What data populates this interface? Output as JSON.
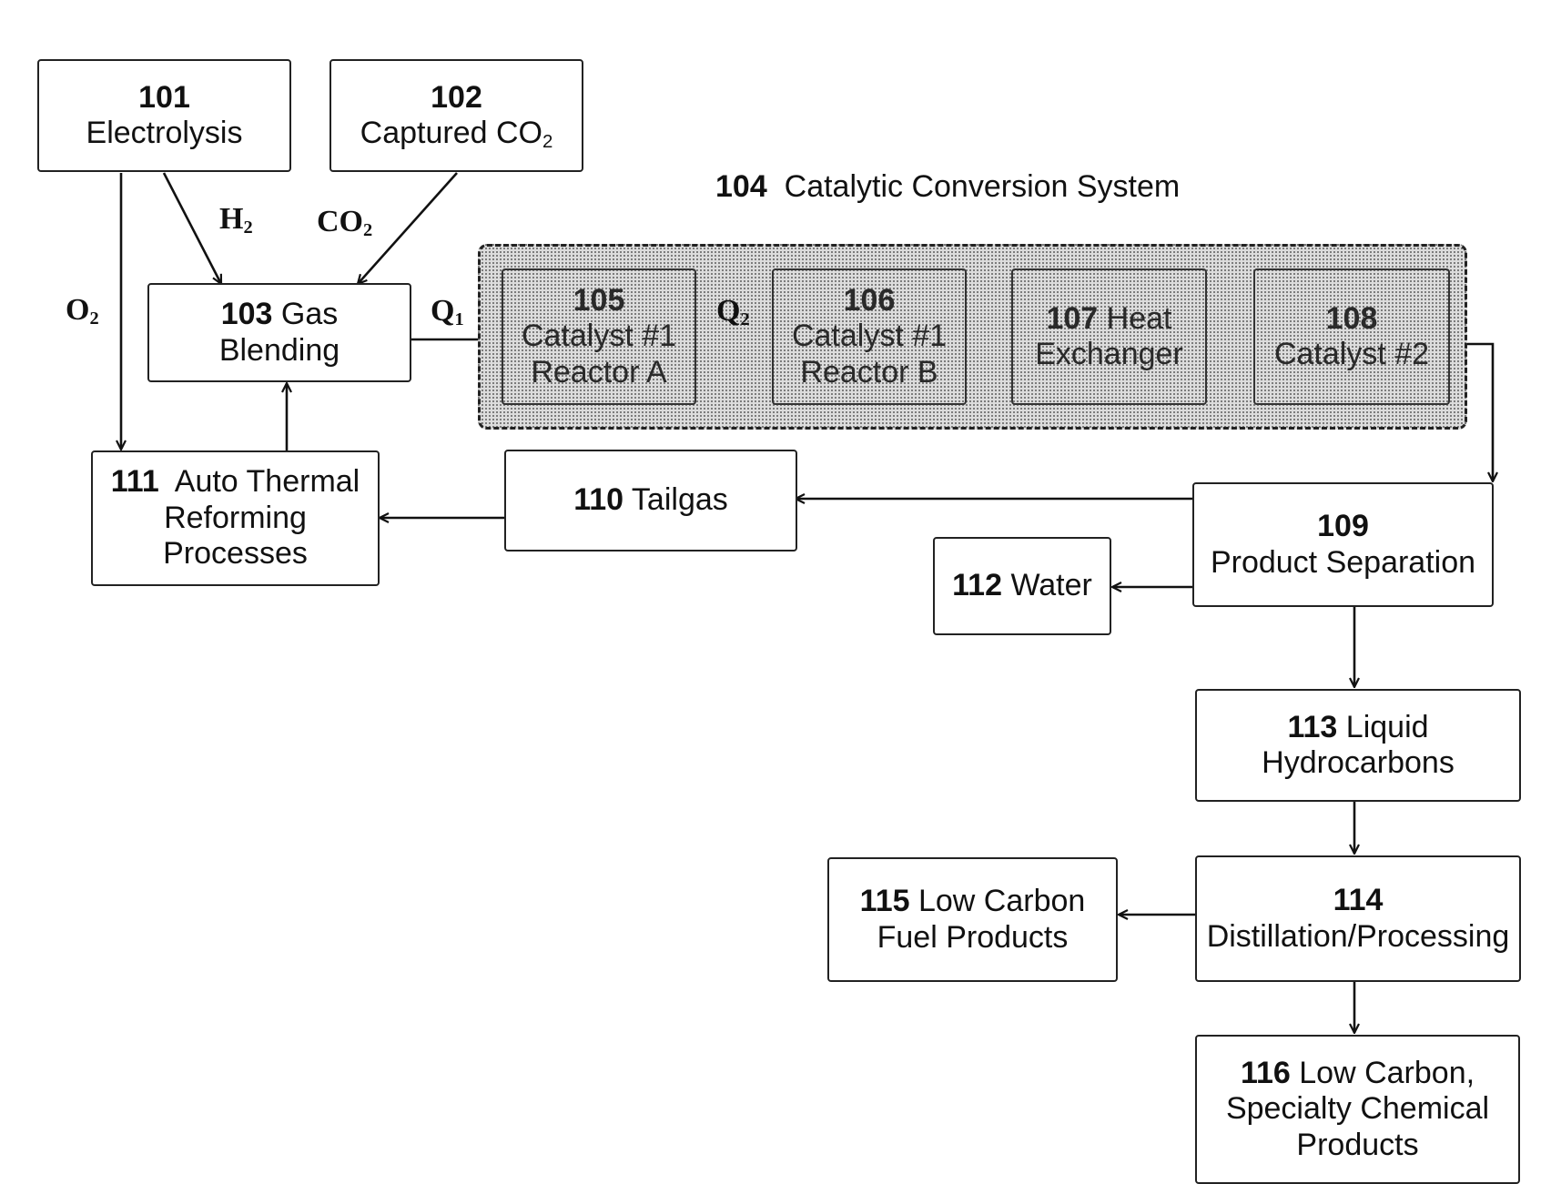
{
  "system": {
    "number": "104",
    "title": "Catalytic Conversion System"
  },
  "nodes": {
    "n101": {
      "number": "101",
      "line1": "Electrolysis"
    },
    "n102": {
      "number": "102",
      "line1": "Captured CO",
      "line1_sub": "2"
    },
    "n103": {
      "number": "103",
      "line1": "Gas",
      "line2": "Blending"
    },
    "n105": {
      "number": "105",
      "line1": "Catalyst #1",
      "line2": "Reactor A"
    },
    "n106": {
      "number": "106",
      "line1": "Catalyst #1",
      "line2": "Reactor B"
    },
    "n107": {
      "number": "107",
      "line1": "Heat",
      "line2": "Exchanger"
    },
    "n108": {
      "number": "108",
      "line1": "Catalyst #2"
    },
    "n109": {
      "number": "109",
      "line1": "Product Separation"
    },
    "n110": {
      "number": "110",
      "line1": "Tailgas"
    },
    "n111": {
      "number": "111",
      "line1": "Auto Thermal",
      "line2": "Reforming",
      "line3": "Processes"
    },
    "n112": {
      "number": "112",
      "line1": "Water"
    },
    "n113": {
      "number": "113",
      "line1": "Liquid",
      "line2": "Hydrocarbons"
    },
    "n114": {
      "number": "114",
      "line1": "Distillation/Processing"
    },
    "n115": {
      "number": "115",
      "line1": "Low Carbon",
      "line2": "Fuel Products"
    },
    "n116": {
      "number": "116",
      "line1": "Low Carbon,",
      "line2": "Specialty Chemical",
      "line3": "Products"
    }
  },
  "flows": {
    "h2": {
      "base": "H",
      "sub": "2"
    },
    "co2": {
      "base": "CO",
      "sub": "2"
    },
    "o2": {
      "base": "O",
      "sub": "2"
    },
    "q1": {
      "base": "Q",
      "sub": "1"
    },
    "q2": {
      "base": "Q",
      "sub": "2"
    }
  }
}
